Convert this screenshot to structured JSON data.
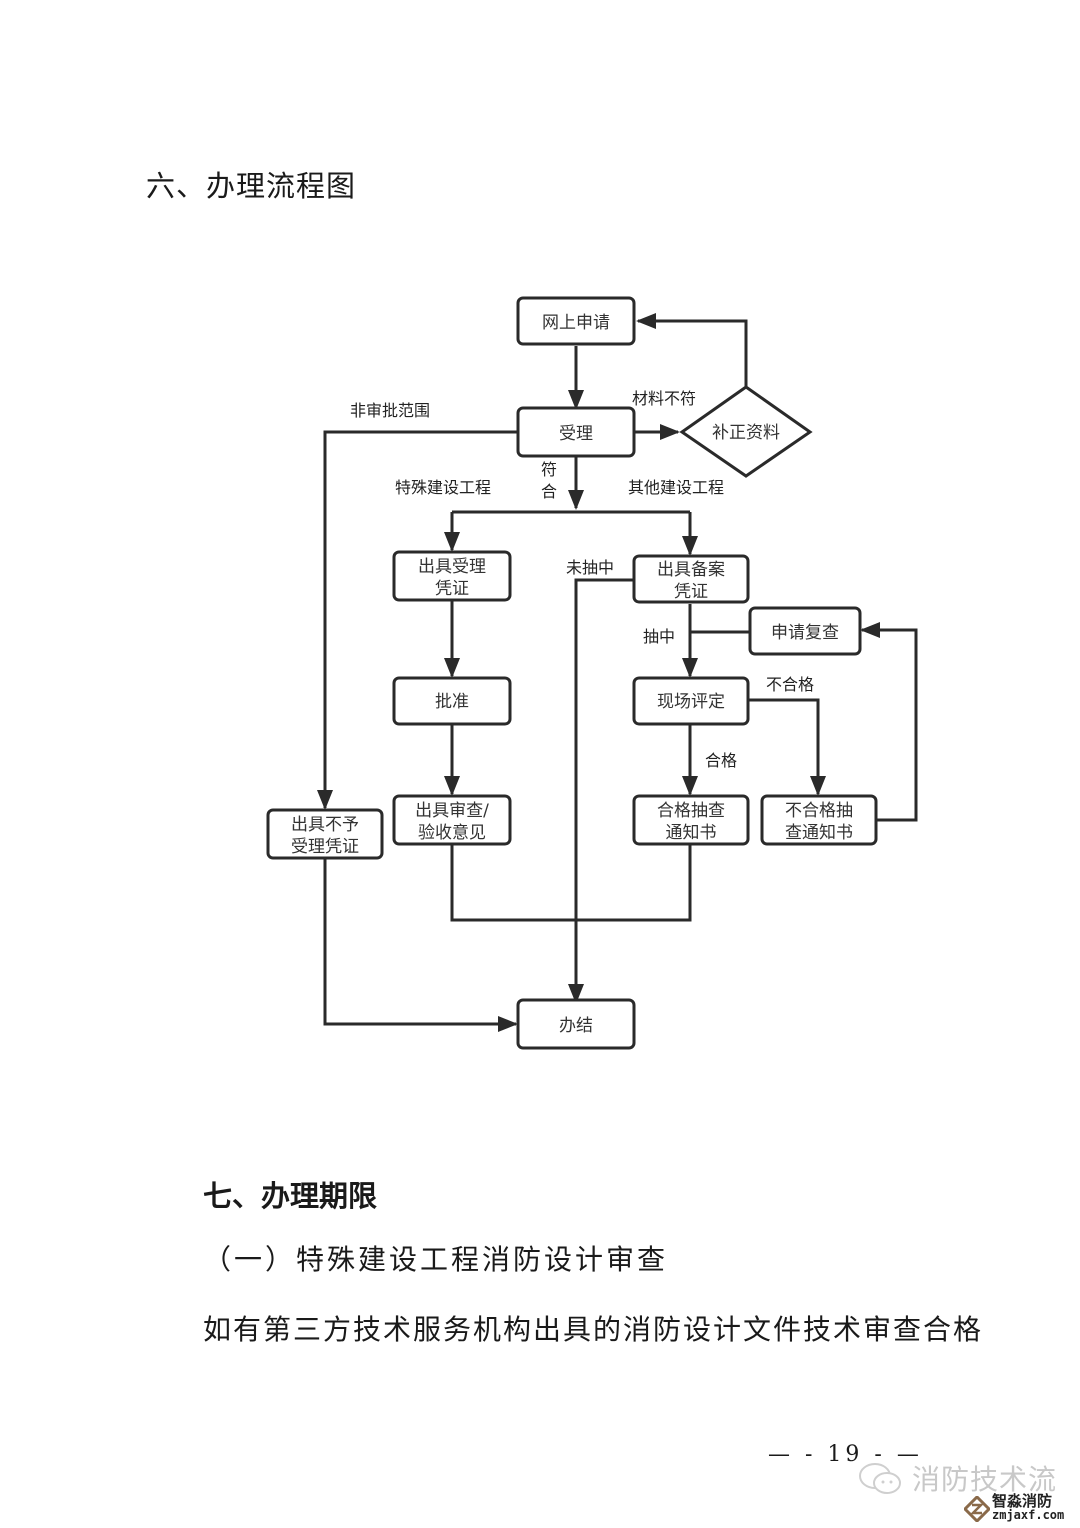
{
  "section6": {
    "title": "六、办理流程图"
  },
  "flowchart": {
    "nodes": {
      "online_apply": "网上申请",
      "accept": "受理",
      "supplement": "补正资料",
      "issue_accept_cert_1": "出具受理",
      "issue_accept_cert_2": "凭证",
      "issue_record_cert_1": "出具备案",
      "issue_record_cert_2": "凭证",
      "apply_recheck": "申请复查",
      "approve": "批准",
      "onsite_eval": "现场评定",
      "reject_cert_1": "出具不予",
      "reject_cert_2": "受理凭证",
      "review_opinion_1": "出具审查/",
      "review_opinion_2": "验收意见",
      "pass_notice_1": "合格抽查",
      "pass_notice_2": "通知书",
      "fail_notice_1": "不合格抽",
      "fail_notice_2": "查通知书",
      "finish": "办结"
    },
    "labels": {
      "material_mismatch": "材料不符",
      "non_approval_scope": "非审批范围",
      "conform_1": "符",
      "conform_2": "合",
      "special_project": "特殊建设工程",
      "other_project": "其他建设工程",
      "not_selected": "未抽中",
      "selected": "抽中",
      "unqualified": "不合格",
      "qualified": "合格"
    }
  },
  "section7": {
    "title": "七、办理期限",
    "subtitle": "（一）特殊建设工程消防设计审查",
    "paragraph": "如有第三方技术服务机构出具的消防设计文件技术审查合格"
  },
  "page_number": "— - 19 - —",
  "watermark": {
    "wechat_account": "消防技术流",
    "site_name": "智淼消防",
    "site_url": "zmjaxf.com"
  }
}
